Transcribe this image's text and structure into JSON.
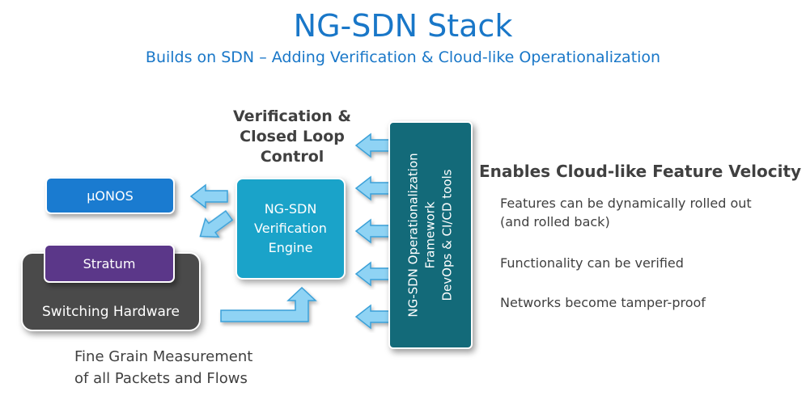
{
  "header": {
    "title": "NG-SDN Stack",
    "subtitle": "Builds on SDN – Adding Verification & Cloud-like Operationalization"
  },
  "colors": {
    "title": "#1977c8",
    "onos_box": "#1a7bd0",
    "stratum_box": "#5b3789",
    "switching_box": "#4a4a4a",
    "engine_box": "#1aa3c9",
    "framework_box": "#136a79",
    "arrow_fill": "#8fd3f4",
    "arrow_stroke": "#3aa0d8",
    "text_dark": "#404040"
  },
  "left_stack": {
    "onos_label": "µONOS",
    "stratum_label": "Stratum",
    "switching_label": "Switching Hardware"
  },
  "verification": {
    "label_lines": [
      "Verification &",
      "Closed Loop",
      "Control"
    ],
    "engine_lines": [
      "NG-SDN",
      "Verification",
      "Engine"
    ]
  },
  "framework": {
    "lines": [
      "NG-SDN Operationalization",
      "Framework",
      "DevOps & CI/CD tools"
    ]
  },
  "velocity": {
    "heading": "Enables Cloud-like Feature Velocity",
    "bullets": [
      [
        "Features can be dynamically rolled out",
        "(and rolled back)"
      ],
      [
        "Functionality can be verified"
      ],
      [
        "Networks become tamper-proof"
      ]
    ]
  },
  "measurement": {
    "lines": [
      "Fine Grain Measurement",
      "of all Packets and Flows"
    ]
  },
  "icons": {
    "arrow_icon": "left-arrow-icon",
    "bent_arrow_icon": "bent-up-arrow-icon"
  }
}
